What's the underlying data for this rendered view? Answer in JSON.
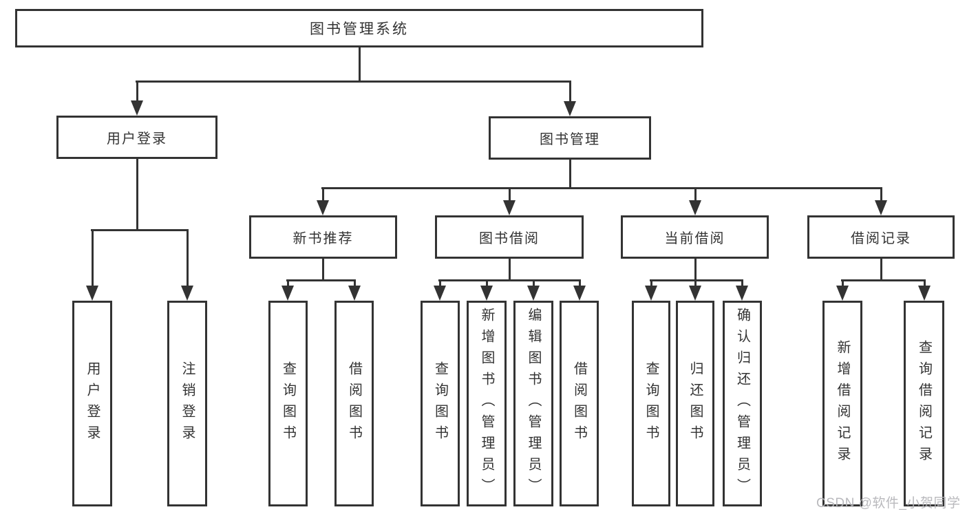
{
  "diagram": {
    "root": {
      "label": "图书管理系统"
    },
    "level2": [
      {
        "label": "用户登录"
      },
      {
        "label": "图书管理"
      }
    ],
    "level3": [
      {
        "label": "新书推荐"
      },
      {
        "label": "图书借阅"
      },
      {
        "label": "当前借阅"
      },
      {
        "label": "借阅记录"
      }
    ],
    "leaves": {
      "user_login": [
        "用户登录",
        "注销登录"
      ],
      "new_book_recommendation": [
        "查询图书",
        "借阅图书"
      ],
      "book_borrowing": [
        "查询图书",
        "新增图书（管理员）",
        "编辑图书（管理员）",
        "借阅图书"
      ],
      "current_borrowing": [
        "查询图书",
        "归还图书",
        "确认归还（管理员）"
      ],
      "borrowing_records": [
        "新增借阅记录",
        "查询借阅记录"
      ]
    },
    "colors": {
      "line": "#333333",
      "text": "#333333",
      "background": "#ffffff",
      "watermark": "#b5b5b9"
    },
    "watermark": "CSDN @软件_小贺同学"
  }
}
